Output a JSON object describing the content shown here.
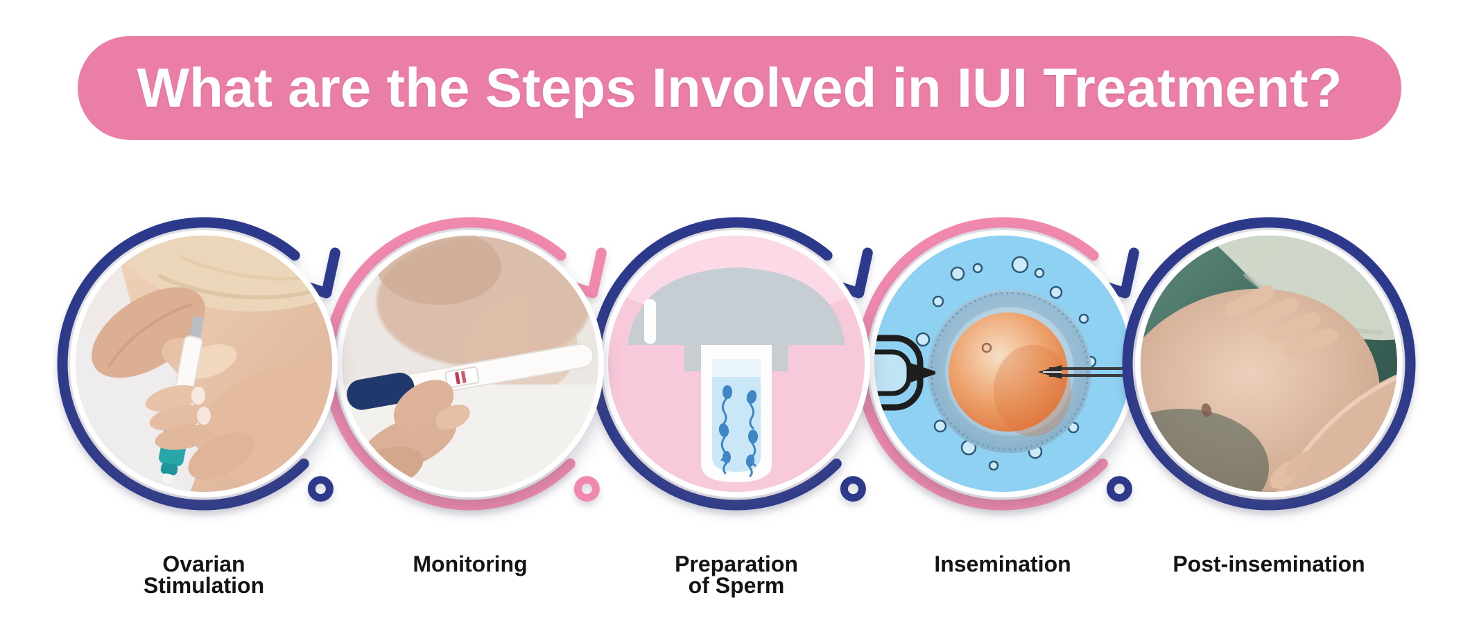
{
  "title": "What are the Steps Involved in IUI Treatment?",
  "colors": {
    "background": "#ffffff",
    "banner_pink": "#ea7ea7",
    "arc_pink": "#f189af",
    "arc_navy": "#2d3a8c",
    "label_text": "#141414",
    "title_text": "#ffffff"
  },
  "steps": [
    {
      "label": "Ovarian Stimulation",
      "label_lines": [
        "Ovarian",
        "Stimulation"
      ],
      "arc_color": "#2d3a8c",
      "arrow_color": "#2d3a8c",
      "illustration": "hormone-injection-photo"
    },
    {
      "label": "Monitoring",
      "label_lines": [
        "Monitoring"
      ],
      "arc_color": "#f189af",
      "arrow_color": "#f189af",
      "illustration": "pregnancy-test-photo"
    },
    {
      "label": "Preparation of Sperm",
      "label_lines": [
        "Preparation",
        "of Sperm"
      ],
      "arc_color": "#2d3a8c",
      "arrow_color": "#2d3a8c",
      "illustration": "sperm-sample-tube-illustration"
    },
    {
      "label": "Insemination",
      "label_lines": [
        "Insemination"
      ],
      "arc_color": "#f189af",
      "arrow_color": "#2d3a8c",
      "illustration": "egg-insemination-micrograph"
    },
    {
      "label": "Post-insemination",
      "label_lines": [
        "Post-insemination"
      ],
      "arc_color": "#2d3a8c",
      "arrow_color": null,
      "illustration": "pregnant-belly-photo"
    }
  ]
}
